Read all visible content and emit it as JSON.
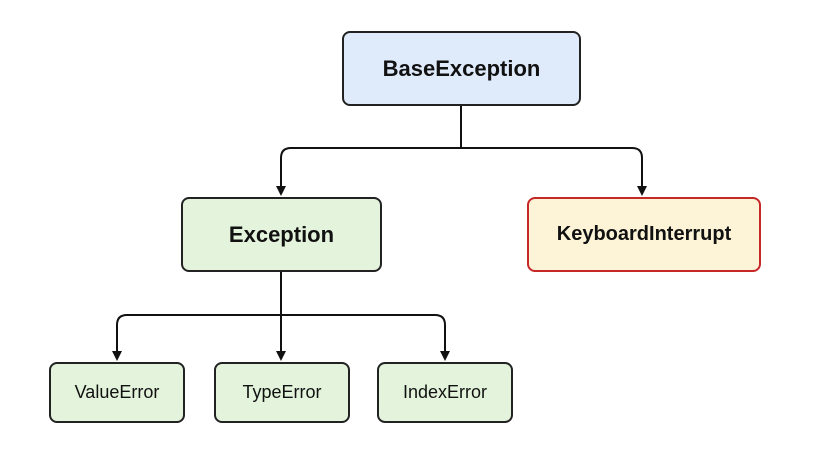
{
  "diagram": {
    "root": {
      "label": "BaseException",
      "fill": "#dfeafb"
    },
    "children": [
      {
        "label": "Exception",
        "fill": "#e3f3dc",
        "children": [
          {
            "label": "ValueError",
            "fill": "#e3f3dc"
          },
          {
            "label": "TypeError",
            "fill": "#e3f3dc"
          },
          {
            "label": "IndexError",
            "fill": "#e3f3dc"
          }
        ]
      },
      {
        "label": "KeyboardInterrupt",
        "fill": "#fdf4d8",
        "border": "#c62828"
      }
    ],
    "line_color": "#111111"
  }
}
